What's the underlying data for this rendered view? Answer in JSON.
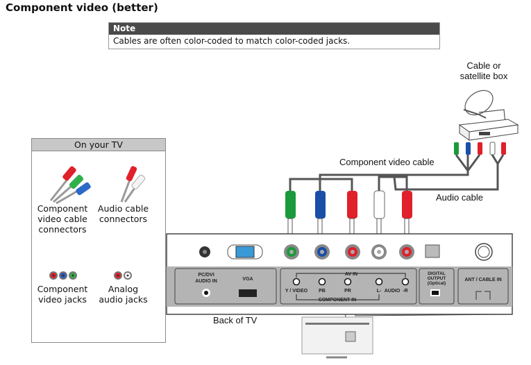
{
  "title": "Component video (better)",
  "note": {
    "heading": "Note",
    "text": "Cables are often color-coded to match color-coded jacks."
  },
  "legend_box": {
    "heading": "On your TV",
    "items": [
      {
        "label_lines": [
          "Component",
          "video cable",
          "connectors"
        ],
        "icon": "component-cable-connectors-icon"
      },
      {
        "label_lines": [
          "Audio cable",
          "connectors"
        ],
        "icon": "audio-cable-connectors-icon"
      },
      {
        "label_lines": [
          "Component",
          "video jacks"
        ],
        "icon": "component-jacks-icon"
      },
      {
        "label_lines": [
          "Analog",
          "audio jacks"
        ],
        "icon": "analog-audio-jacks-icon"
      }
    ]
  },
  "labels": {
    "source_device": [
      "Cable or",
      "satellite box"
    ],
    "component_cable": "Component video cable",
    "audio_cable": "Audio cable",
    "back_of_tv": "Back of TV"
  },
  "panel": {
    "pc_group": {
      "audio_label": [
        "PC/DVI",
        "AUDIO IN"
      ],
      "vga_label": "VGA"
    },
    "av_group": {
      "top_label": "AV IN",
      "bottom_label": "COMPONENT IN",
      "jacks": [
        "Y / VIDEO",
        "PB",
        "PR",
        "L-",
        "AUDIO",
        "-R"
      ]
    },
    "digital_group": [
      "DIGITAL",
      "OUTPUT",
      "(Optical)"
    ],
    "ant_group": "ANT / CABLE IN"
  },
  "colors": {
    "green": "#1a9a3a",
    "blue": "#1a4fa8",
    "red": "#e0202a",
    "white": "#ffffff",
    "panel_gray": "#b4b4b4",
    "cable_gray": "#555555"
  }
}
